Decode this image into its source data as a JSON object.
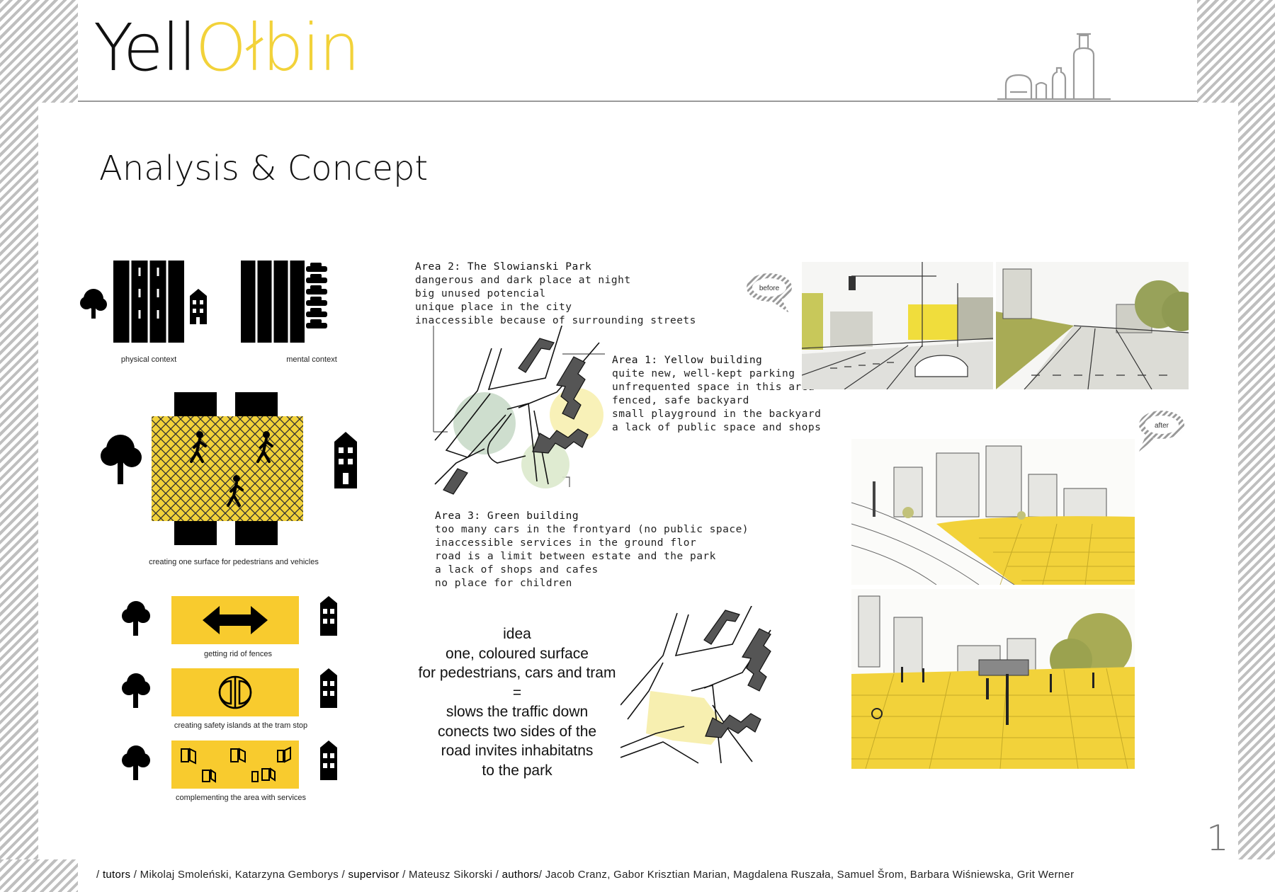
{
  "header": {
    "logo_part1": "Yell",
    "logo_part2": "Ołbin",
    "section_title": "Analysis & Concept"
  },
  "diagrams": {
    "physical_context": "physical context",
    "mental_context": "mental context",
    "one_surface": "creating one surface for pedestrians and vehicles",
    "fences": "getting rid of fences",
    "safety_islands": "creating safety islands at the tram stop",
    "services": "complementing the area with services"
  },
  "area2": {
    "title": "Area 2: The Slowianski Park",
    "lines": [
      "dangerous and dark place at night",
      "big unused potencial",
      "unique place in the city",
      "inaccessible because of surrounding streets"
    ]
  },
  "area1": {
    "title": "Area 1: Yellow building",
    "lines": [
      "quite new, well-kept parking",
      "unfrequented space in this area",
      "fenced, safe backyard",
      "small playground in the backyard",
      "a lack of public space and shops"
    ]
  },
  "area3": {
    "title": "Area 3: Green building",
    "lines": [
      "too many cars in the frontyard (no public space)",
      "inaccessible services in the ground flor",
      "road is a limit between estate and the park",
      "a lack of shops and cafes",
      "no place for children"
    ]
  },
  "idea": {
    "lines": [
      "idea",
      "one, coloured surface",
      "for pedestrians, cars and tram",
      "=",
      "slows the traffic down",
      "conects two sides of the",
      "road invites inhabitatns",
      "to the park"
    ]
  },
  "bubbles": {
    "before": "before",
    "after": "after"
  },
  "footer": {
    "s1": "/ ",
    "tutors_label": "tutors",
    "s2": " / Mikolaj Smoleński, Katarzyna Gemborys / ",
    "supervisor_label": "supervisor",
    "s3": " / Mateusz Sikorski / ",
    "authors_label": "authors",
    "s4": "/ Jacob Cranz, Gabor Krisztian Marian, Magdalena Ruszała, Samuel Šrom, Barbara Wiśniewska, Grit Werner"
  },
  "page_number": "1",
  "colors": {
    "accent_yellow": "#f2d23a",
    "map_green": "#c9dac9",
    "map_yellow": "#f7efb0",
    "sketch_olive": "#a8ab55"
  }
}
